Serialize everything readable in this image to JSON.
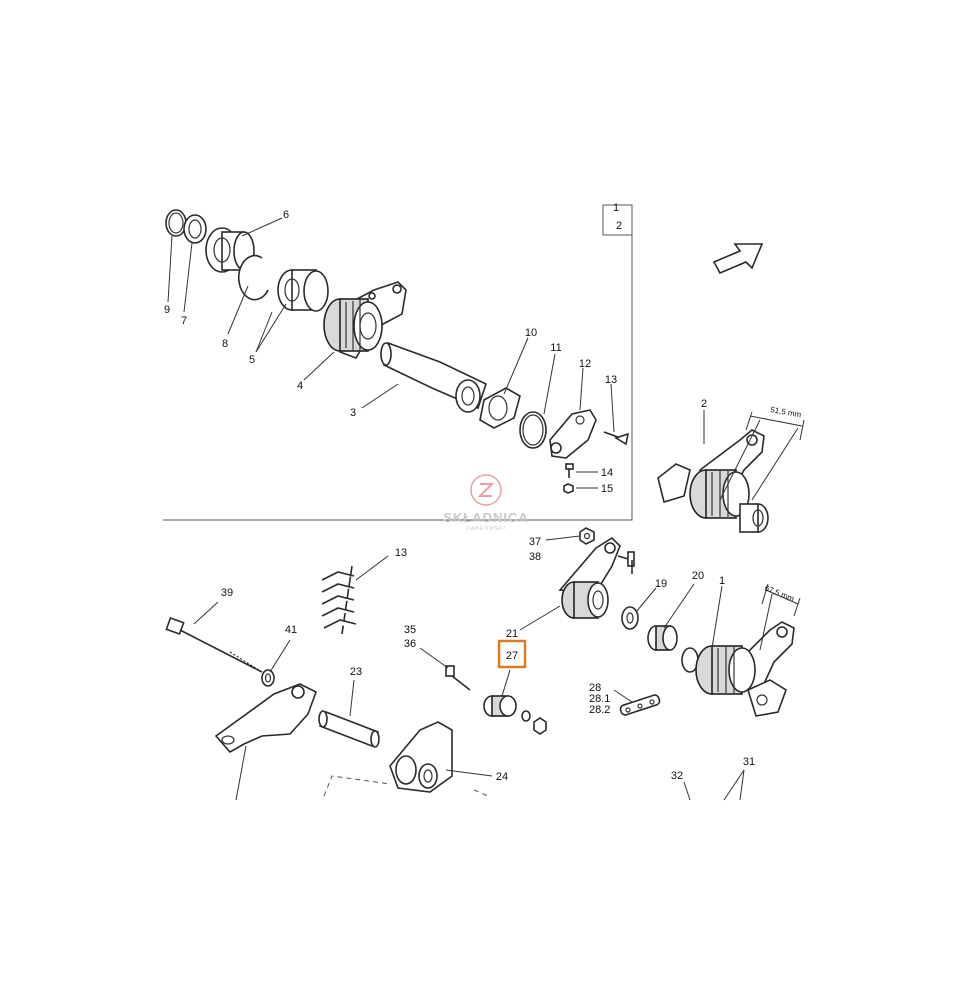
{
  "page_marker": {
    "top": "1",
    "bottom": "2"
  },
  "watermark": {
    "name": "SKŁADNICA",
    "sub": "DĄBROWSKI"
  },
  "dimensions": {
    "upper": "51,5 mm",
    "lower": "67,5 mm"
  },
  "labels": {
    "p9": "9",
    "p7": "7",
    "p6": "6",
    "p8": "8",
    "p5": "5",
    "p4": "4",
    "p3": "3",
    "p10": "10",
    "p11": "11",
    "p12": "12",
    "p13a": "13",
    "p14": "14",
    "p15": "15",
    "p2": "2",
    "p37": "37",
    "p38": "38",
    "p13b": "13",
    "p19": "19",
    "p20": "20",
    "p1": "1",
    "p39": "39",
    "p41": "41",
    "p35": "35",
    "p36": "36",
    "p21": "21",
    "p27": "27",
    "p23": "23",
    "p28": "28",
    "p28_1": "28.1",
    "p28_2": "28.2",
    "p24": "24",
    "p32": "32",
    "p31": "31"
  },
  "colors": {
    "highlight": "#e07a1f",
    "line": "#2a2a2a",
    "watermark_logo": "#e8a0a0"
  }
}
